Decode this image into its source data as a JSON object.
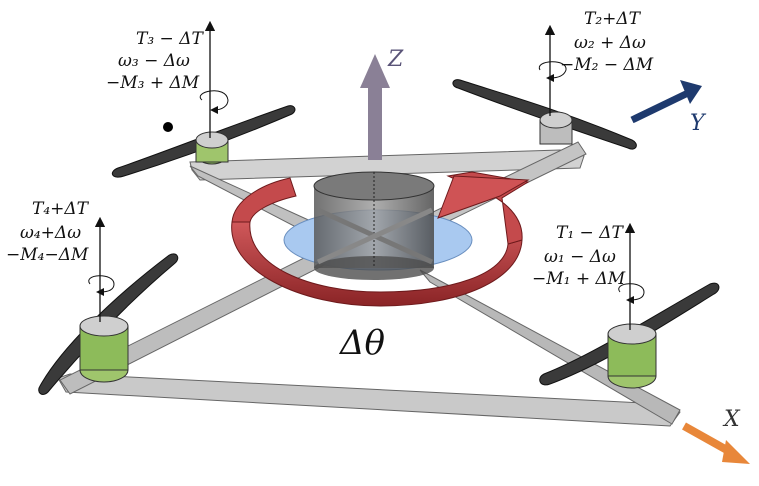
{
  "motors": {
    "m1": {
      "t": "T₁ − ΔT",
      "w": "ω₁ − Δω",
      "m": "−M₁ + ΔM"
    },
    "m2": {
      "t": "T₂+ΔT",
      "w": "ω₂ + Δω",
      "m": "−M₂ − ΔM"
    },
    "m3": {
      "t": "T₃ − ΔT",
      "w": "ω₃ − Δω",
      "m": "−M₃ + ΔM"
    },
    "m4": {
      "t": "T₄+ΔT",
      "w": "ω₄+Δω",
      "m": "−M₄−ΔM"
    }
  },
  "axes": {
    "x": "X",
    "y": "Y",
    "z": "Z"
  },
  "rotation_label": "Δθ",
  "colors": {
    "x_axis": "#e8873a",
    "y_axis": "#1e3a6e",
    "z_axis": "#8a8096",
    "ring": "#b5383a",
    "hub_disc": "#a9c9f0",
    "motor_green": "#8dbb5a",
    "propeller": "#3a3a3a",
    "arm": "#c8c8c8"
  }
}
